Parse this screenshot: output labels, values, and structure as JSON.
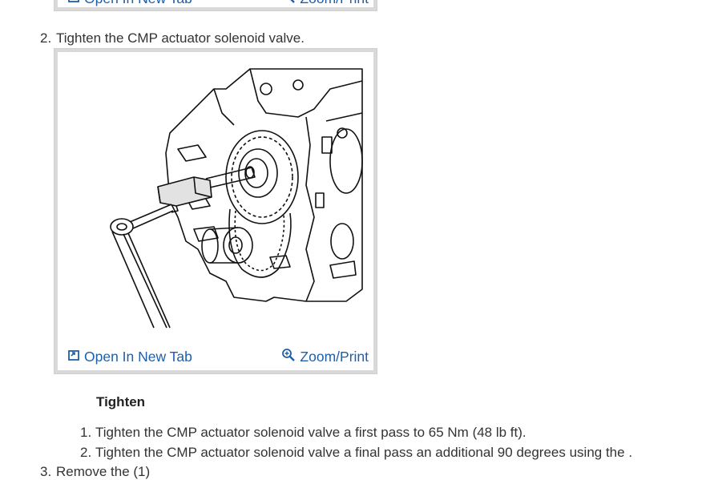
{
  "top_figure": {
    "open_label": "Open In New Tab",
    "zoom_label": "Zoom/Print"
  },
  "steps": [
    {
      "number": "2.",
      "text": "Tighten the CMP actuator solenoid valve."
    },
    {
      "number": "3.",
      "text": "Remove the  (1)"
    }
  ],
  "figure": {
    "open_label": "Open In New Tab",
    "zoom_label": "Zoom/Print"
  },
  "tighten": {
    "heading": "Tighten",
    "items": [
      {
        "number": "1.",
        "text": "Tighten the CMP actuator solenoid valve a first pass to 65 Nm (48 lb ft)."
      },
      {
        "number": "2.",
        "text": "Tighten the CMP actuator solenoid valve a final pass an additional 90 degrees using the ."
      }
    ]
  },
  "colors": {
    "link": "#1f5fa8",
    "figure_border": "#d9d9d9",
    "text": "#333333"
  },
  "icons": [
    "open-in-new-tab-icon",
    "zoom-icon"
  ]
}
